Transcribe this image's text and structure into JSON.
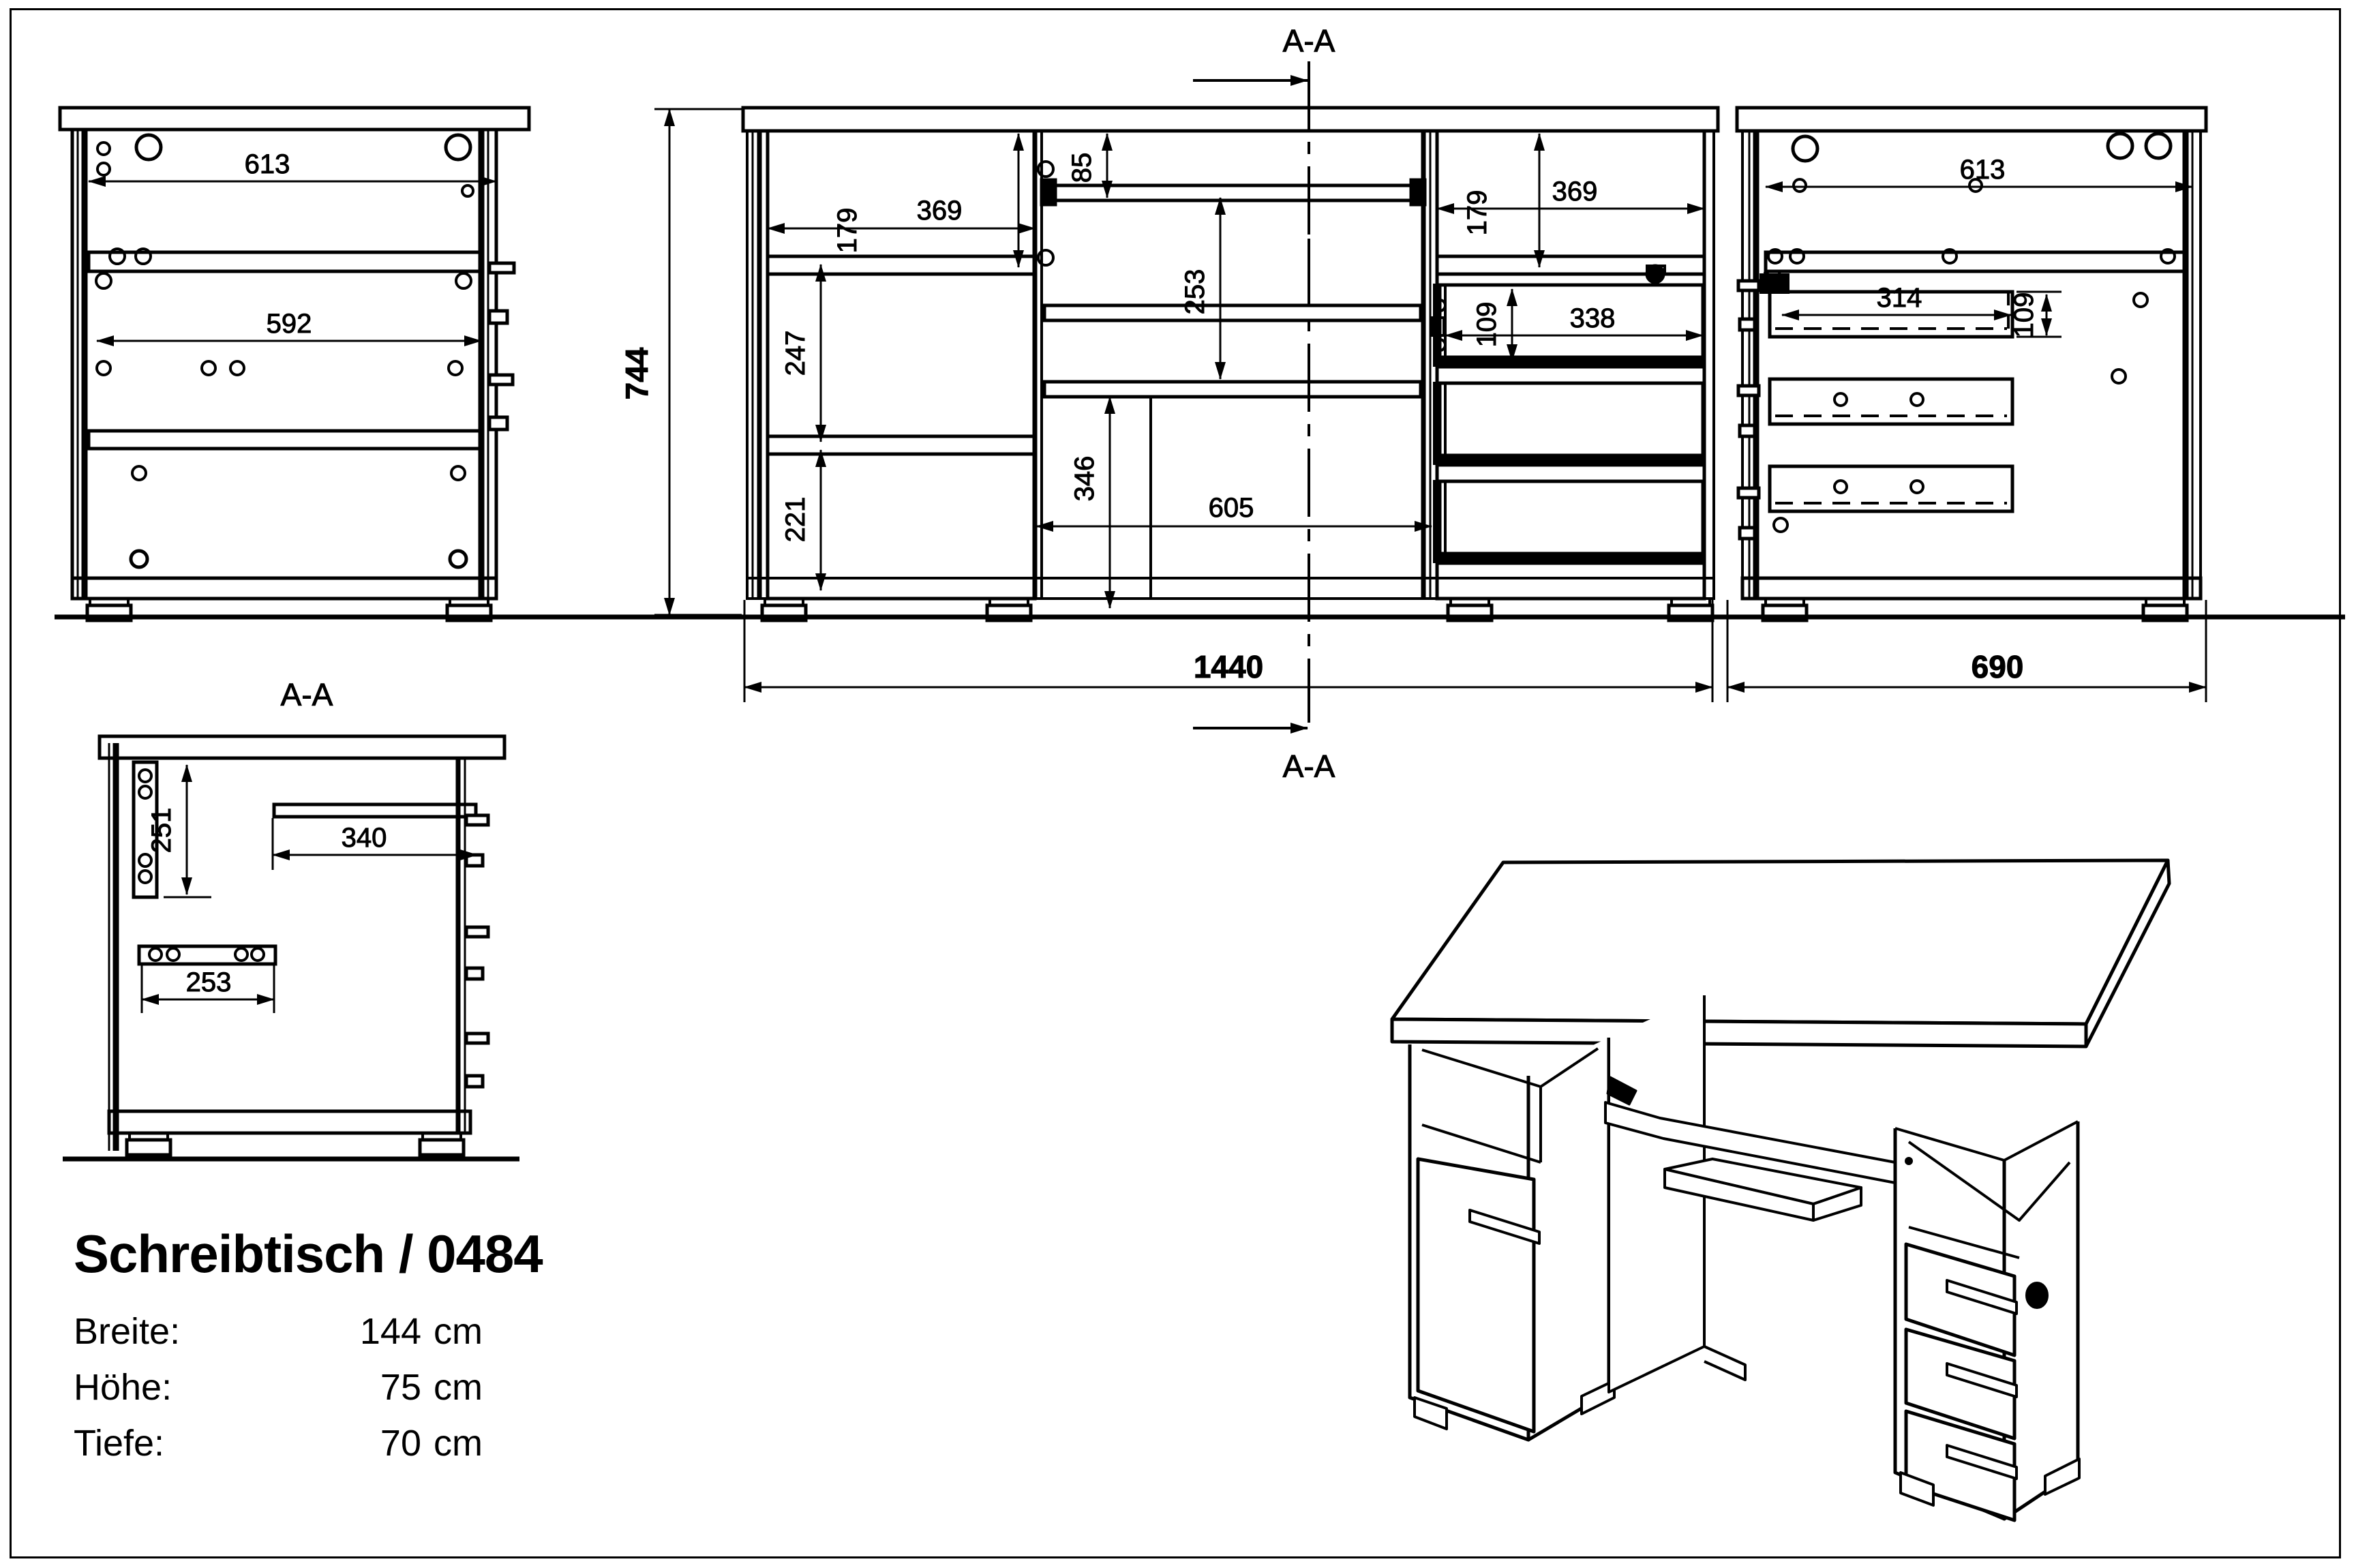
{
  "title": {
    "product": "Schreibtisch / 0484"
  },
  "specs": [
    {
      "label": "Breite:",
      "value": "144",
      "unit": "cm"
    },
    {
      "label": "Höhe:",
      "value": "75",
      "unit": "cm"
    },
    {
      "label": "Tiefe:",
      "value": "70",
      "unit": "cm"
    }
  ],
  "section_labels": {
    "top": "A-A",
    "bottom": "A-A",
    "view": "A-A"
  },
  "dimensions": {
    "left_view": {
      "width_top": "613",
      "width_shelf": "592"
    },
    "front_view": {
      "height_overall": "744",
      "left_bay_top_height": "179",
      "left_bay_width": "369",
      "left_bay_mid_height": "247",
      "left_bay_low_height": "221",
      "keyboard_gap": "85",
      "knee_height": "253",
      "knee_offset": "346",
      "knee_width": "605",
      "right_bay_top_height": "179",
      "right_bay_width": "369",
      "drawer_height": "109",
      "drawer_width": "338",
      "overall_width": "1440"
    },
    "right_view": {
      "width_top": "613",
      "drawer_width": "314",
      "drawer_height": "109",
      "overall_depth": "690"
    },
    "section_view": {
      "shelf_drop": "251",
      "shelf_width": "340",
      "rail_width": "253"
    }
  },
  "colors": {
    "line": "#000000",
    "background": "#ffffff"
  }
}
